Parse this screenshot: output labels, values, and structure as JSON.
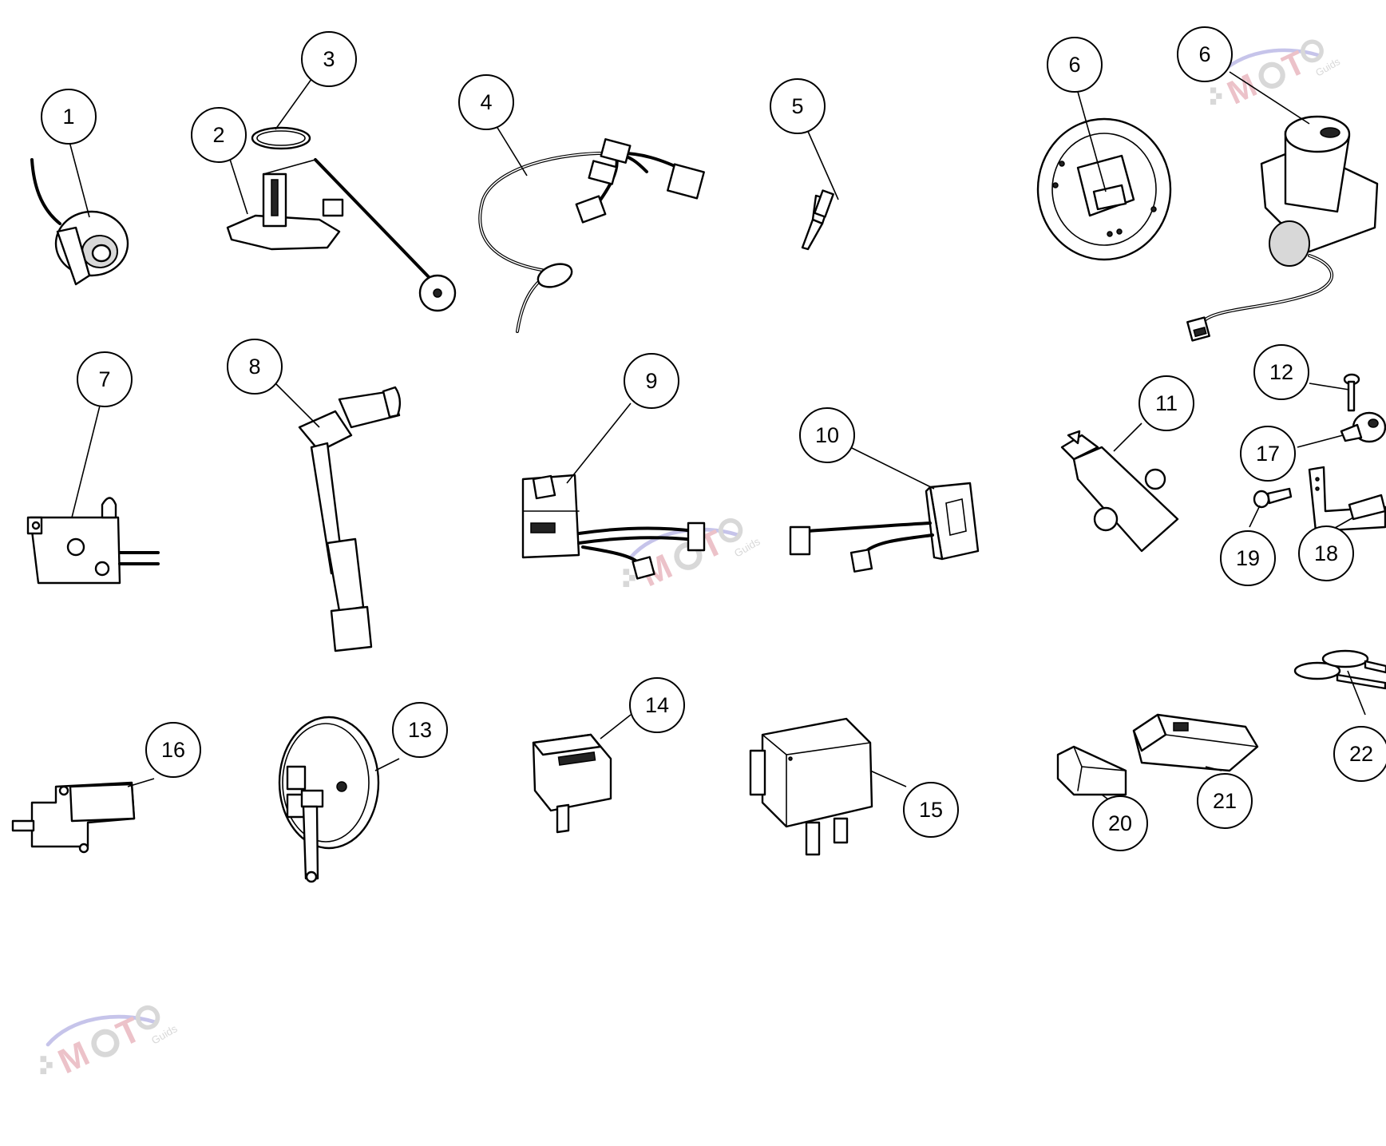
{
  "diagram": {
    "callouts": [
      {
        "id": "c1",
        "text": "1"
      },
      {
        "id": "c2",
        "text": "2"
      },
      {
        "id": "c3",
        "text": "3"
      },
      {
        "id": "c4",
        "text": "4"
      },
      {
        "id": "c5",
        "text": "5"
      },
      {
        "id": "c6a",
        "text": "6"
      },
      {
        "id": "c6b",
        "text": "6"
      },
      {
        "id": "c7",
        "text": "7"
      },
      {
        "id": "c8",
        "text": "8"
      },
      {
        "id": "c9",
        "text": "9"
      },
      {
        "id": "c10",
        "text": "10"
      },
      {
        "id": "c11",
        "text": "11"
      },
      {
        "id": "c12",
        "text": "12"
      },
      {
        "id": "c13",
        "text": "13"
      },
      {
        "id": "c14",
        "text": "14"
      },
      {
        "id": "c15",
        "text": "15"
      },
      {
        "id": "c16",
        "text": "16"
      },
      {
        "id": "c17",
        "text": "17"
      },
      {
        "id": "c18",
        "text": "18"
      },
      {
        "id": "c19",
        "text": "19"
      },
      {
        "id": "c20",
        "text": "20"
      },
      {
        "id": "c21",
        "text": "21"
      },
      {
        "id": "c22",
        "text": "22"
      }
    ],
    "watermark": {
      "brand": "MOTO",
      "sub": "Guids",
      "colors": {
        "letters": "#e8b4bc",
        "swoosh": "#b9b6e6",
        "gear": "#cfcfcf"
      }
    }
  }
}
